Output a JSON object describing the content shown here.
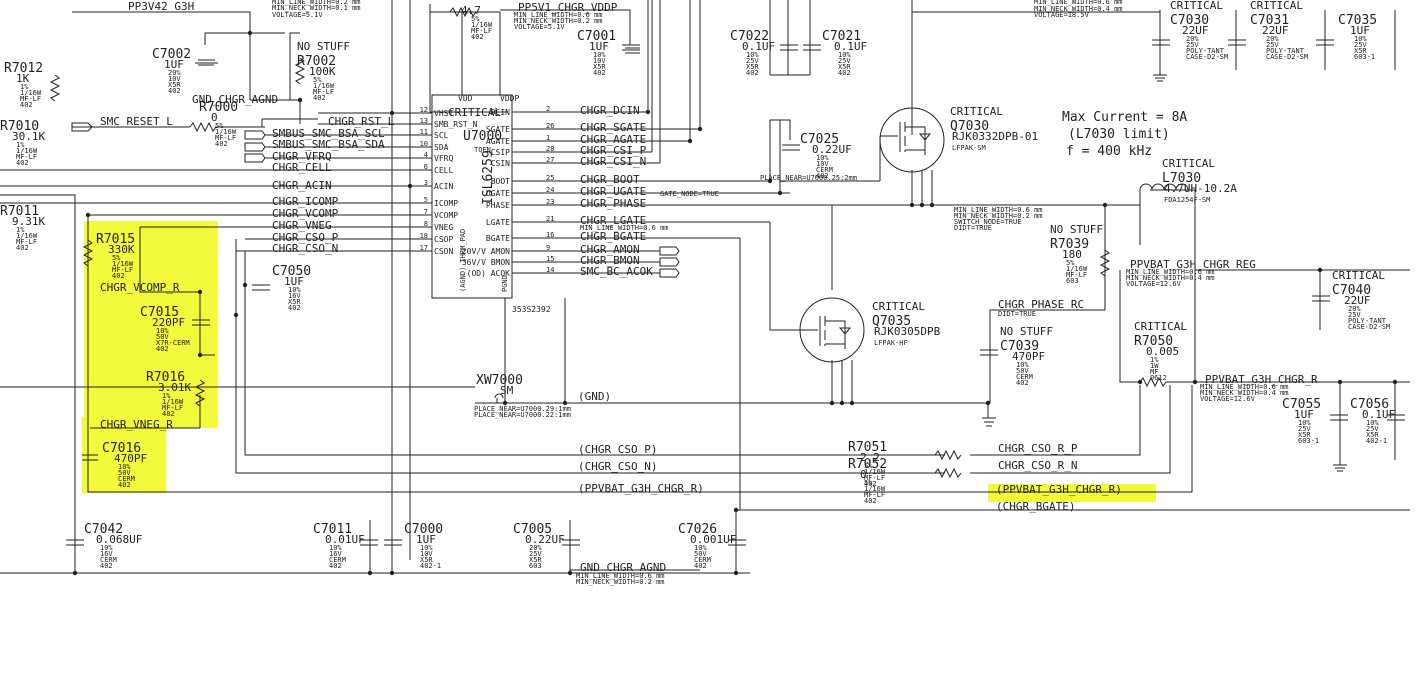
{
  "highlight_color": "#f3fa3c",
  "notes": [
    "Max Current = 8A",
    "(L7030 limit)",
    "f = 400 kHz"
  ],
  "ic": {
    "ref": "U7000",
    "part": "ISL6259",
    "pkg": "TQFN",
    "tag": "CRITICAL",
    "pn": "353S2392",
    "top_pins": [
      "VDD",
      "VDDP"
    ],
    "left_pins": [
      "VHST",
      "SMB_RST_N",
      "SCL",
      "SDA",
      "VFRQ",
      "CELL",
      "ACIN",
      "ICOMP",
      "VCOMP",
      "VNEG",
      "CSOP",
      "CSON"
    ],
    "left_nums": [
      "12",
      "13",
      "11",
      "10",
      "4",
      "6",
      "3",
      "5",
      "7",
      "8",
      "18",
      "17"
    ],
    "right_pins": [
      "DCIN",
      "SGATE",
      "AGATE",
      "CSIP",
      "CSIN",
      "BOOT",
      "UGATE",
      "PHASE",
      "LGATE",
      "BGATE",
      "20V/V AMON",
      "36V/V BMON",
      "(OD) ACOK"
    ],
    "right_nums": [
      "2",
      "26",
      "1",
      "28",
      "27",
      "25",
      "24",
      "23",
      "21",
      "16",
      "9",
      "15",
      "14"
    ],
    "bottom_pins": [
      "(AGND) THRM_PAD",
      "PGND"
    ]
  },
  "nets": {
    "left": [
      "SMC_RESET_L",
      "SMBUS_SMC_BSA_SCL",
      "SMBUS_SMC_BSA_SDA",
      "CHGR_VFRQ",
      "CHGR_CELL",
      "CHGR_ACIN",
      "CHGR_ICOMP",
      "CHGR_VCOMP",
      "CHGR_VNEG",
      "CHGR_CSO_P",
      "CHGR_CSO_N",
      "CHGR_RST_L"
    ],
    "right": [
      "CHGR_DCIN",
      "CHGR_SGATE",
      "CHGR_AGATE",
      "CHGR_CSI_P",
      "CHGR_CSI_N",
      "CHGR_BOOT",
      "CHGR_UGATE",
      "CHGR_PHASE",
      "CHGR_LGATE",
      "CHGR_BGATE",
      "CHGR_AMON",
      "CHGR_BMON",
      "SMC_BC_ACOK"
    ],
    "bottom": [
      "(GND)",
      "(CHGR_CSO_P)",
      "(CHGR_CSO_N)",
      "(PPVBAT_G3H_CHGR_R)",
      "(PPVBAT_G3H_CHGR_R)",
      "(CHGR_BGATE)",
      "GND_CHGR_AGND",
      "CHGR_CSO_R_P",
      "CHGR_CSO_R_N",
      "CHGR_VCOMP_R",
      "CHGR_VNEG_R",
      "CHGR_PHASE_RC",
      "PPVBAT_G3H_CHGR_REG",
      "PPVBAT_G3H_CHGR_R"
    ],
    "top": [
      "PP3V42_G3H",
      "PP5V1_CHGR_VDDP",
      "GND_CHGR_AGND"
    ]
  },
  "net_notes": {
    "top_a": "MIN_LINE_WIDTH=0.2 mm",
    "top_b": "MIN_NECK_WIDTH=0.1 mm",
    "top_c": "VOLTAGE=5.1V",
    "vddp_a": "MIN_LINE_WIDTH=0.6 mm",
    "vddp_b": "MIN_NECK_WIDTH=0.2 mm",
    "vddp_c": "VOLTAGE=5.1V",
    "tr_a": "MIN_LINE_WIDTH=0.6 mm",
    "tr_b": "MIN_NECK_WIDTH=0.4 mm",
    "tr_c": "VOLTAGE=18.5V",
    "sw_a": "MIN_LINE_WIDTH=0.6 mm",
    "sw_b": "MIN_NECK_WIDTH=0.2 mm",
    "sw_c": "SWITCH_NODE=TRUE",
    "sw_d": "DIDT=TRUE",
    "reg_a": "MIN_LINE_WIDTH=0.6 mm",
    "reg_b": "MIN_NECK_WIDTH=0.4 mm",
    "reg_c": "VOLTAGE=12.6V",
    "r_a": "MIN_LINE_WIDTH=0.6 mm",
    "r_b": "MIN_NECK_WIDTH=0.4 mm",
    "r_c": "VOLTAGE=12.6V",
    "gnd_a": "MIN_LINE_WIDTH=0.6 mm",
    "gnd_b": "MIN_NECK_WIDTH=0.2 mm",
    "place_a": "PLACE_NEAR=U7000.29:1mm",
    "place_b": "PLACE_NEAR=U7000.22:1mm",
    "didt": "DIDT=TRUE",
    "gate_a": "GATE_NODE=TRUE",
    "place_c": "PLACE_NEAR=U7000.25:2mm",
    "lgate_w": "MIN_LINE_WIDTH=0.6 mm",
    "bgate_w": "MIN_LINE_WIDTH=0.6 mm"
  },
  "components": {
    "R7015": {
      "ref": "R7015",
      "val": "330K",
      "spec": [
        "5%",
        "1/16W",
        "MF-LF",
        "402"
      ]
    },
    "C7015": {
      "ref": "C7015",
      "val": "220PF",
      "spec": [
        "10%",
        "50V",
        "X7R-CERM",
        "402"
      ]
    },
    "R7016": {
      "ref": "R7016",
      "val": "3.01K",
      "spec": [
        "1%",
        "1/16W",
        "MF-LF",
        "402"
      ]
    },
    "C7016": {
      "ref": "C7016",
      "val": "470PF",
      "spec": [
        "10%",
        "50V",
        "CERM",
        "402"
      ]
    },
    "C7042": {
      "ref": "C7042",
      "val": "0.068UF",
      "spec": [
        "10%",
        "16V",
        "CERM",
        "402"
      ]
    },
    "C7011": {
      "ref": "C7011",
      "val": "0.01UF",
      "spec": [
        "10%",
        "16V",
        "CERM",
        "402"
      ]
    },
    "C7000": {
      "ref": "C7000",
      "val": "1UF",
      "spec": [
        "10%",
        "10V",
        "X5R",
        "402-1"
      ]
    },
    "C7005": {
      "ref": "C7005",
      "val": "0.22UF",
      "spec": [
        "20%",
        "25V",
        "X5R",
        "603"
      ]
    },
    "C7026": {
      "ref": "C7026",
      "val": "0.001UF",
      "spec": [
        "10%",
        "50V",
        "CERM",
        "402"
      ]
    },
    "C7050": {
      "ref": "C7050",
      "val": "1UF",
      "spec": [
        "10%",
        "16V",
        "X5R",
        "402"
      ]
    },
    "C7002": {
      "ref": "C7002",
      "val": "1UF",
      "spec": [
        "20%",
        "10V",
        "X5R",
        "402"
      ]
    },
    "R7002": {
      "ref": "R7002",
      "val": "100K",
      "spec": [
        "5%",
        "1/16W",
        "MF-LF",
        "402"
      ],
      "tag": "NO STUFF"
    },
    "R7000": {
      "ref": "R7000",
      "val": "0",
      "spec": [
        "5%",
        "1/16W",
        "MF-LF",
        "402"
      ]
    },
    "R7012": {
      "ref": "R7012",
      "val": "1K",
      "spec": [
        "1%",
        "1/16W",
        "MF-LF",
        "402"
      ]
    },
    "R7010": {
      "ref": "R7010",
      "val": "30.1K",
      "spec": [
        "1%",
        "1/16W",
        "MF-LF",
        "402"
      ]
    },
    "R7011": {
      "ref": "R7011",
      "val": "9.31K",
      "spec": [
        "1%",
        "1/16W",
        "MF-LF",
        "402"
      ]
    },
    "C7001": {
      "ref": "C7001",
      "val": "1UF",
      "spec": [
        "10%",
        "10V",
        "X5R",
        "402"
      ]
    },
    "C7022": {
      "ref": "C7022",
      "val": "0.1UF",
      "spec": [
        "10%",
        "25V",
        "X5R",
        "402"
      ]
    },
    "C7021": {
      "ref": "C7021",
      "val": "0.1UF",
      "spec": [
        "10%",
        "25V",
        "X5R",
        "402"
      ]
    },
    "C7025": {
      "ref": "C7025",
      "val": "0.22UF",
      "spec": [
        "10%",
        "10V",
        "CERM",
        "402"
      ]
    },
    "Q7030": {
      "ref": "Q7030",
      "val": "RJK0332DPB-01",
      "pkg": "LFPAK-SM",
      "tag": "CRITICAL"
    },
    "Q7035": {
      "ref": "Q7035",
      "val": "RJK0305DPB",
      "pkg": "LFPAK-HF",
      "tag": "CRITICAL"
    },
    "L7030": {
      "ref": "L7030",
      "val": "4.7UH-10.2A",
      "pkg": "FDA1254F-SM",
      "tag": "CRITICAL"
    },
    "R7039": {
      "ref": "R7039",
      "val": "180",
      "spec": [
        "5%",
        "1/16W",
        "MF-LF",
        "603"
      ],
      "tag": "NO STUFF"
    },
    "C7039": {
      "ref": "C7039",
      "val": "470PF",
      "spec": [
        "10%",
        "50V",
        "CERM",
        "402"
      ],
      "tag": "NO STUFF"
    },
    "R7050": {
      "ref": "R7050",
      "val": "0.005",
      "spec": [
        "1%",
        "1W",
        "MF",
        "0612"
      ],
      "tag": "CRITICAL"
    },
    "R7051": {
      "ref": "R7051",
      "val": "2.2",
      "spec": [
        "5%",
        "1/16W",
        "MF-LF",
        "402"
      ]
    },
    "R7052": {
      "ref": "R7052",
      "val": "0",
      "spec": [
        "5%",
        "1/16W",
        "MF-LF",
        "402"
      ]
    },
    "C7030": {
      "ref": "C7030",
      "val": "22UF",
      "spec": [
        "20%",
        "25V",
        "POLY-TANT",
        "CASE-D2-SM"
      ],
      "tag": "CRITICAL"
    },
    "C7031": {
      "ref": "C7031",
      "val": "22UF",
      "spec": [
        "20%",
        "25V",
        "POLY-TANT",
        "CASE-D2-SM"
      ],
      "tag": "CRITICAL"
    },
    "C7035": {
      "ref": "C7035",
      "val": "1UF",
      "spec": [
        "10%",
        "25V",
        "X5R",
        "603-1"
      ]
    },
    "C7040": {
      "ref": "C7040",
      "val": "22UF",
      "spec": [
        "20%",
        "25V",
        "POLY-TANT",
        "CASE-D2-SM"
      ],
      "tag": "CRITICAL"
    },
    "C7055": {
      "ref": "C7055",
      "val": "1UF",
      "spec": [
        "10%",
        "25V",
        "X5R",
        "603-1"
      ]
    },
    "C7056": {
      "ref": "C7056",
      "val": "0.1UF",
      "spec": [
        "10%",
        "25V",
        "X5R",
        "402-1"
      ]
    },
    "XW7000": {
      "ref": "XW7000",
      "val": "SM"
    },
    "R_top": {
      "ref": "",
      "val": "4.7",
      "spec": [
        "5%",
        "1/16W",
        "MF-LF",
        "402"
      ]
    }
  }
}
